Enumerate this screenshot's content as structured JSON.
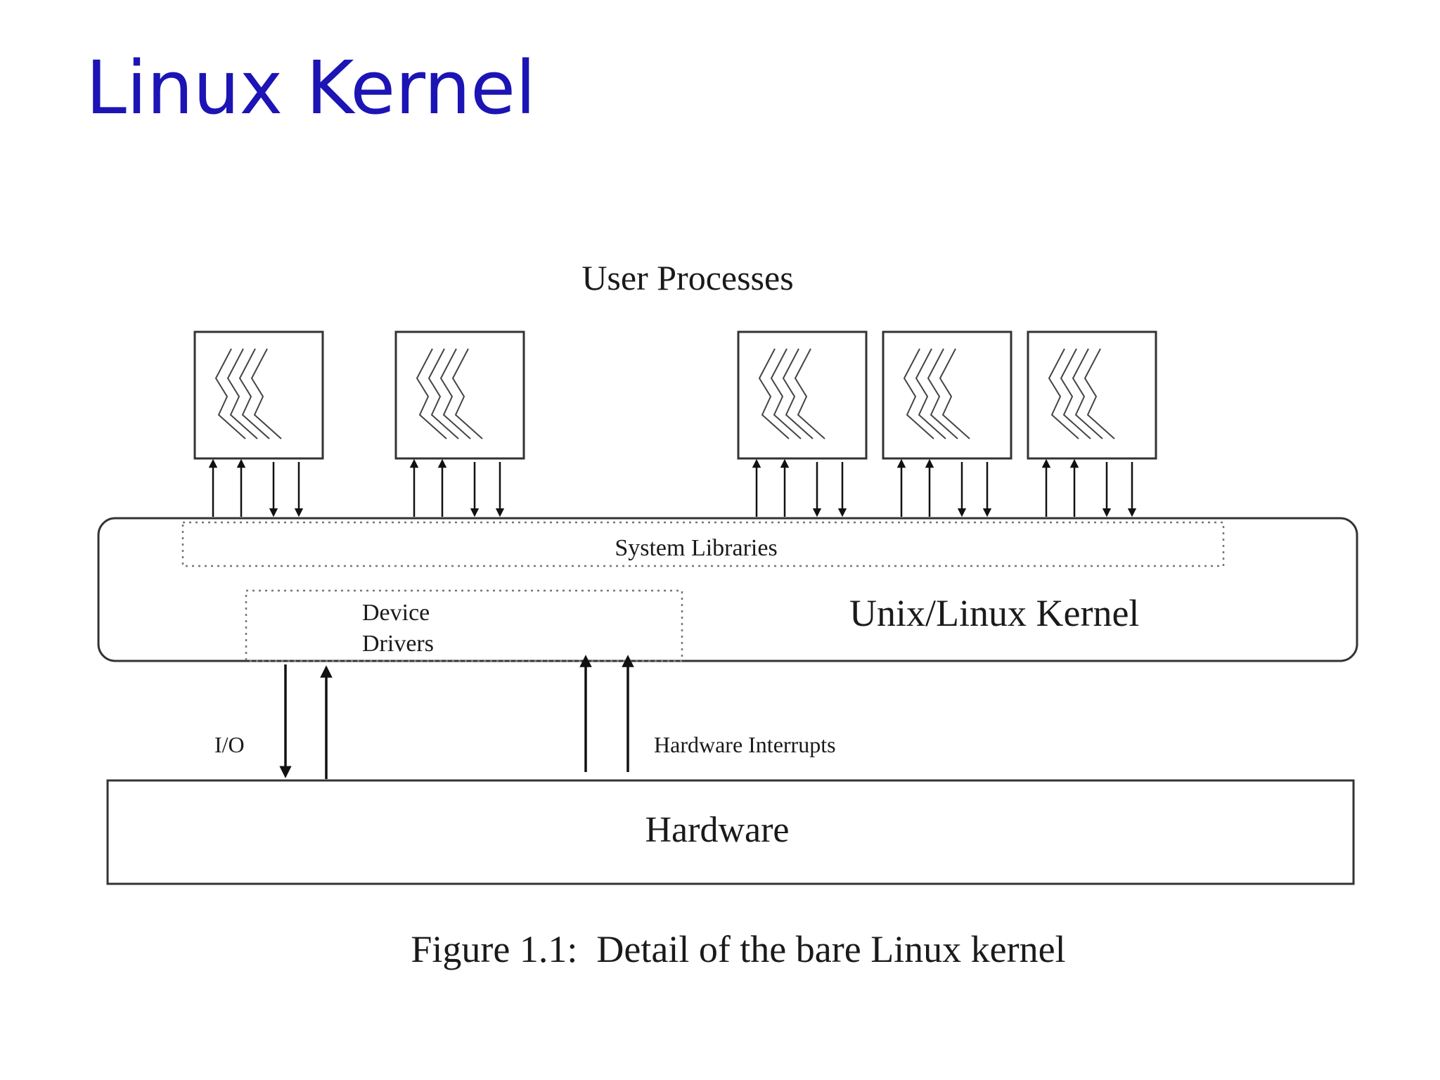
{
  "slide": {
    "title": "Linux Kernel",
    "title_color": "#1c14b4"
  },
  "diagram": {
    "user_processes_label": "User Processes",
    "process_count": 5,
    "system_libraries_label": "System Libraries",
    "device_drivers_label_line1": "Device",
    "device_drivers_label_line2": "Drivers",
    "kernel_label": "Unix/Linux Kernel",
    "io_label": "I/O",
    "hardware_interrupts_label": "Hardware Interrupts",
    "hardware_label": "Hardware",
    "caption": "Figure 1.1:  Detail of the bare Linux kernel"
  }
}
